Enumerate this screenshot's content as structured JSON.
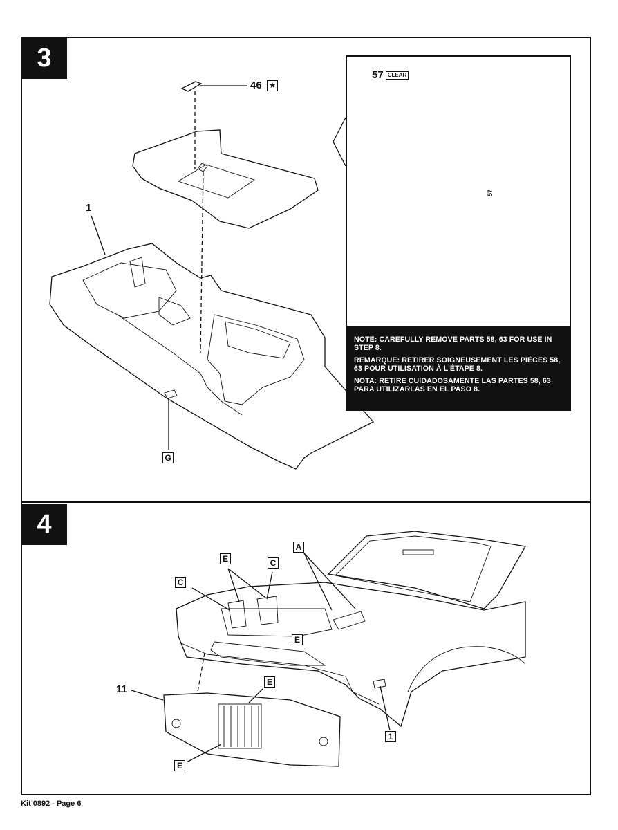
{
  "steps": [
    {
      "number": "3",
      "callouts": {
        "part_1": "1",
        "part_46": "46",
        "part_46_mark": "★",
        "part_57": "57",
        "part_57_tag": "CLEAR",
        "part_57_side": "57",
        "letter_g": "G"
      },
      "note_lines": [
        "NOTE: CAREFULLY REMOVE PARTS 58, 63 FOR USE IN STEP 8.",
        "REMARQUE: RETIRER SOIGNEUSEMENT LES PIÈCES 58, 63 POUR UTILISATION À L'ÉTAPE 8.",
        "NOTA: RETIRE CUIDADOSAMENTE LAS PARTES 58, 63 PARA UTILIZARLAS EN EL PASO 8."
      ]
    },
    {
      "number": "4",
      "callouts": {
        "part_11": "11",
        "letter_a": "A",
        "letter_c_left": "C",
        "letter_c_right": "C",
        "letter_e_top": "E",
        "letter_e_engine": "E",
        "letter_e_grille_top": "E",
        "letter_e_grille_bottom": "E",
        "box_1": "1"
      }
    }
  ],
  "footer": "Kit 0892 - Page 6"
}
